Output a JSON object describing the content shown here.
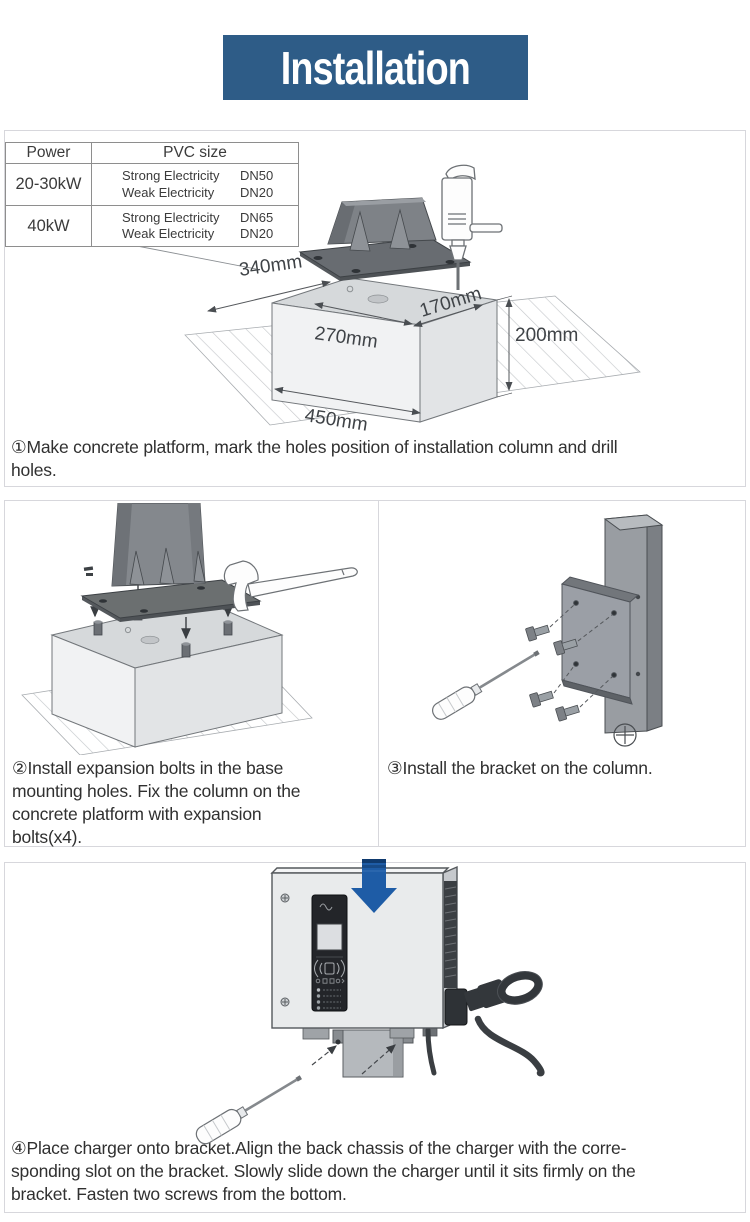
{
  "banner": {
    "title": "Installation",
    "bg_color": "#2e5c87"
  },
  "spec_table": {
    "power_header": "Power",
    "pvc_header": "PVC size",
    "rows": [
      {
        "power": "20-30kW",
        "strong_label": "Strong Electricity",
        "strong_value": "DN50",
        "weak_label": "Weak Electricity",
        "weak_value": "DN20"
      },
      {
        "power": "40kW",
        "strong_label": "Strong Electricity",
        "strong_value": "DN65",
        "weak_label": "Weak Electricity",
        "weak_value": "DN20"
      }
    ]
  },
  "diagram1": {
    "dim_plate": "340mm",
    "dim_top_x": "270mm",
    "dim_top_y": "170mm",
    "dim_height": "200mm",
    "dim_front": "450mm"
  },
  "steps": {
    "step1": "①Make concrete platform, mark the holes position of installation column and drill\nholes.",
    "step2": "②Install expansion bolts in the base\nmounting holes. Fix the column on the\nconcrete platform with expansion\nbolts(x4).",
    "step3": "③Install the bracket on the column.",
    "step4": "④Place charger onto bracket.Align the back chassis of the charger with the corre-\nsponding slot on the bracket. Slowly slide down the charger until it sits firmly on the\nbracket. Fasten two screws from the bottom."
  },
  "icons": {
    "down_arrow": "▼"
  },
  "colors": {
    "banner_blue": "#2e5c87",
    "arrow_blue": "#1e5ca6",
    "body_text": "#303030"
  }
}
